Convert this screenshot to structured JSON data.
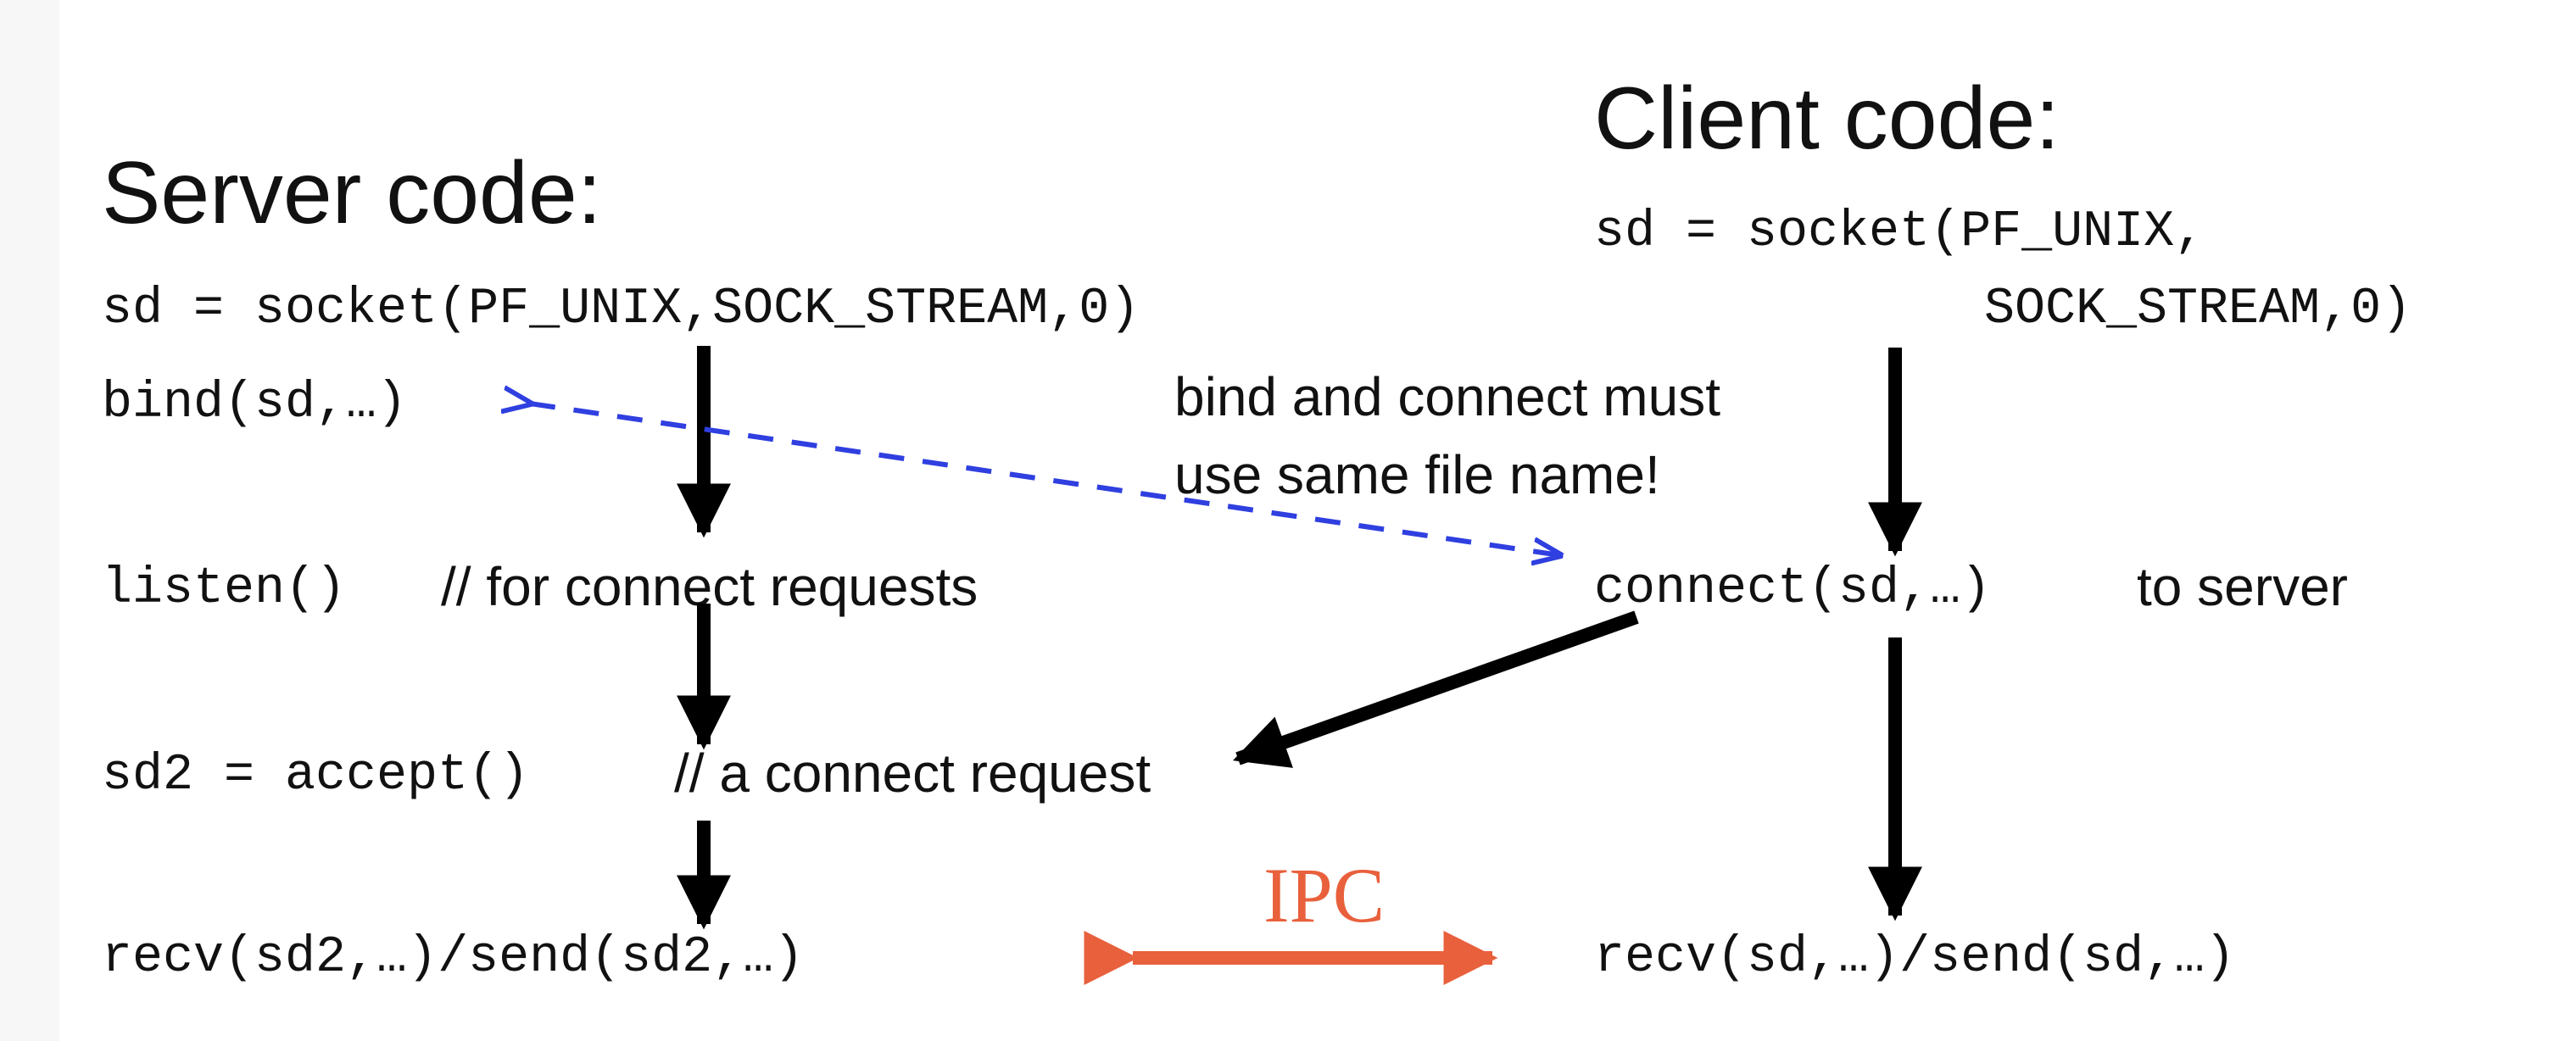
{
  "server": {
    "title": "Server code:",
    "socket_call": "sd = socket(PF_UNIX,SOCK_STREAM,0)",
    "bind_call": "bind(sd,…)",
    "listen_call": "listen()",
    "listen_comment": "// for connect requests",
    "accept_call": "sd2 = accept()",
    "accept_comment": "// a connect request",
    "io_call": "recv(sd2,…)/send(sd2,…)"
  },
  "client": {
    "title": "Client code:",
    "socket_call_line1": "sd = socket(PF_UNIX,",
    "socket_call_line2": "SOCK_STREAM,0)",
    "connect_call": "connect(sd,…)",
    "connect_comment": "to server",
    "io_call": "recv(sd,…)/send(sd,…)"
  },
  "annotation": {
    "line1": "bind and connect must",
    "line2": "use same file name!"
  },
  "ipc_label": "IPC",
  "colors": {
    "flow_arrow": "#000000",
    "dashed_link": "#2f3fe0",
    "ipc": "#e8603c"
  }
}
